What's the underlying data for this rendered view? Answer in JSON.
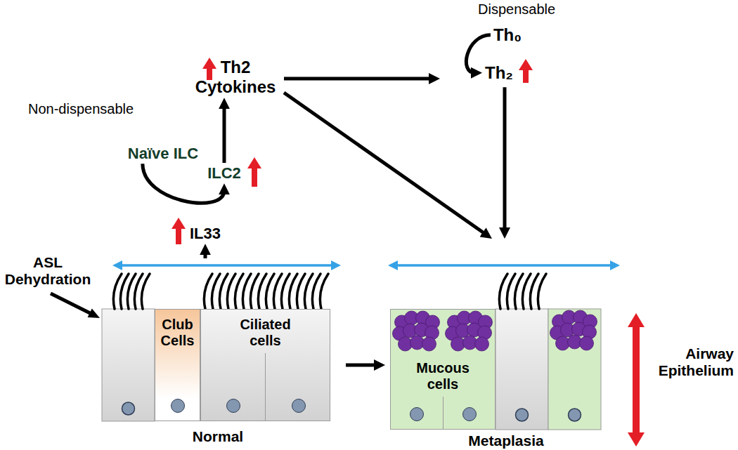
{
  "diagram": {
    "nodes": [
      {
        "text": [
          "Non-dispensable"
        ]
      },
      {
        "text": [
          "Naïve ILC"
        ],
        "in": 0
      },
      {
        "text": [
          "ILC2"
        ],
        "in": 0
      },
      {
        "text": [
          "IL33"
        ]
      },
      {
        "text": [
          "Th2 Cytokines"
        ]
      },
      {
        "text": [
          "Dispensable"
        ]
      },
      {
        "text": [
          "Th₀"
        ],
        "in": 5
      },
      {
        "text": [
          "Th₂"
        ],
        "in": 5
      },
      {
        "text": [
          "Normal"
        ]
      },
      {
        "text": [
          "Club Cells"
        ],
        "in": 8
      },
      {
        "text": [
          "Ciliated cells"
        ],
        "in": 8
      },
      {
        "text": [
          "Metaplasia"
        ]
      },
      {
        "text": [
          "Mucous cells"
        ],
        "in": 11
      }
    ],
    "edges": [
      {
        "from": 8,
        "to": 3,
        "arrow": "to"
      },
      {
        "from": 1,
        "to": 2,
        "arrow": "to"
      },
      {
        "from": 2,
        "to": 4,
        "arrow": "to"
      },
      {
        "from": 4,
        "to": 5,
        "arrow": "to"
      },
      {
        "from": 4,
        "to": 11,
        "arrow": "to"
      },
      {
        "from": 5,
        "to": 11,
        "arrow": "to"
      },
      {
        "from": 6,
        "to": 7,
        "arrow": "to"
      },
      {
        "from": 8,
        "to": 11,
        "arrow": "to"
      }
    ],
    "labels": [
      "ASL Dehydration",
      "Airway Epithelium"
    ]
  }
}
